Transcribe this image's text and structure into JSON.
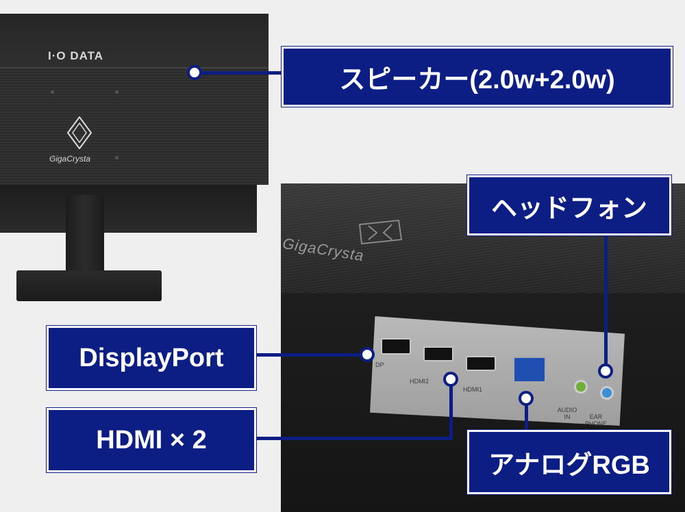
{
  "monitor": {
    "brand": "I·O DATA",
    "series_logo": "GigaCrysta"
  },
  "callouts": {
    "speaker": "スピーカー(2.0w+2.0w)",
    "headphone": "ヘッドフォン",
    "displayport": "DisplayPort",
    "hdmi": "HDMI × 2",
    "analog_rgb": "アナログRGB"
  },
  "port_labels": {
    "dp": "DP",
    "hdmi2": "HDMI2",
    "hdmi1": "HDMI1",
    "audio_in": "AUDIO IN",
    "ear_phone": "EAR PHONE"
  },
  "colors": {
    "callout_bg": "#0c1e84",
    "callout_border": "#ffffff",
    "background": "#efefef"
  }
}
